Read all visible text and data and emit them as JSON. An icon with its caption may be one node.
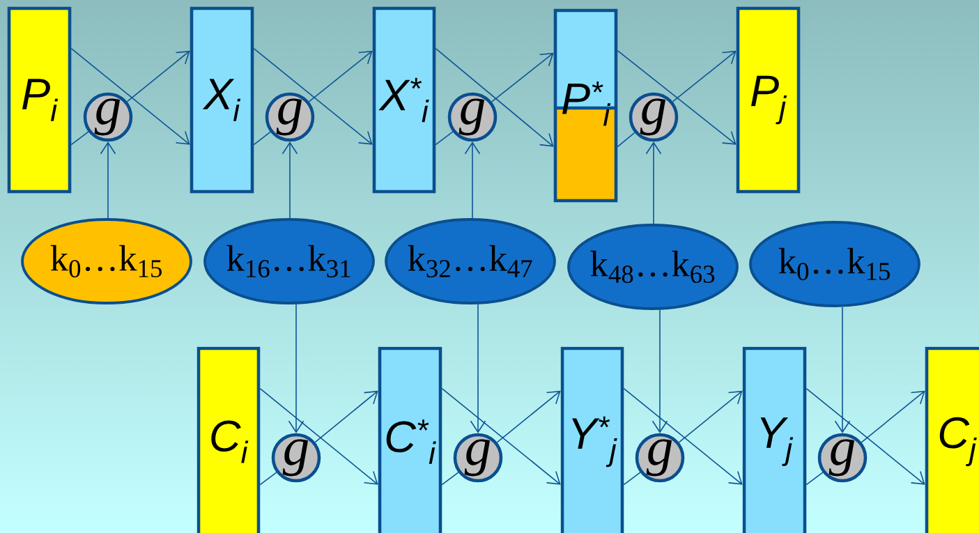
{
  "diagram": {
    "nodes": [
      {
        "text": [
          "P$_{i}$"
        ]
      },
      {
        "text": [
          "g"
        ]
      },
      {
        "text": [
          "X$_{i}$"
        ]
      },
      {
        "text": [
          "g"
        ]
      },
      {
        "text": [
          "X$^{*}$$_{i}$"
        ]
      },
      {
        "text": [
          "g"
        ]
      },
      {
        "text": [
          "P$^{*}$$_{i}$"
        ]
      },
      {
        "text": [
          "g"
        ]
      },
      {
        "text": [
          "P$_{j}$"
        ]
      },
      {
        "text": [
          "k$_{0}$…k$_{15}$"
        ]
      },
      {
        "text": [
          "k$_{16}$…k$_{31}$"
        ]
      },
      {
        "text": [
          "k$_{32}$…k$_{47}$"
        ]
      },
      {
        "text": [
          "k$_{48}$…k$_{63}$"
        ]
      },
      {
        "text": [
          "k$_{0}$…k$_{15}$"
        ]
      },
      {
        "text": [
          "C$_{i}$"
        ]
      },
      {
        "text": [
          "g"
        ]
      },
      {
        "text": [
          "C$^{*}$$_{i}$"
        ]
      },
      {
        "text": [
          "g"
        ]
      },
      {
        "text": [
          "Y$^{*}$$_{j}$"
        ]
      },
      {
        "text": [
          "g"
        ]
      },
      {
        "text": [
          "Y$_{j}$"
        ]
      },
      {
        "text": [
          "g"
        ]
      },
      {
        "text": [
          "C$_{j}$"
        ]
      }
    ],
    "edges": [
      {
        "from": 0,
        "to": 2,
        "arrow": "to"
      },
      {
        "from": 0,
        "to": 1,
        "arrow": "none"
      },
      {
        "from": 1,
        "to": 2,
        "arrow": "to"
      },
      {
        "from": 2,
        "to": 4,
        "arrow": "to"
      },
      {
        "from": 2,
        "to": 3,
        "arrow": "none"
      },
      {
        "from": 3,
        "to": 4,
        "arrow": "to"
      },
      {
        "from": 4,
        "to": 6,
        "arrow": "to"
      },
      {
        "from": 4,
        "to": 5,
        "arrow": "none"
      },
      {
        "from": 5,
        "to": 6,
        "arrow": "to"
      },
      {
        "from": 6,
        "to": 8,
        "arrow": "to"
      },
      {
        "from": 6,
        "to": 7,
        "arrow": "none"
      },
      {
        "from": 7,
        "to": 8,
        "arrow": "to"
      },
      {
        "from": 9,
        "to": 1,
        "arrow": "to"
      },
      {
        "from": 10,
        "to": 3,
        "arrow": "to"
      },
      {
        "from": 11,
        "to": 5,
        "arrow": "to"
      },
      {
        "from": 12,
        "to": 7,
        "arrow": "to"
      },
      {
        "from": 14,
        "to": 16,
        "arrow": "to"
      },
      {
        "from": 14,
        "to": 15,
        "arrow": "none"
      },
      {
        "from": 15,
        "to": 16,
        "arrow": "to"
      },
      {
        "from": 16,
        "to": 18,
        "arrow": "to"
      },
      {
        "from": 16,
        "to": 17,
        "arrow": "none"
      },
      {
        "from": 17,
        "to": 18,
        "arrow": "to"
      },
      {
        "from": 18,
        "to": 20,
        "arrow": "to"
      },
      {
        "from": 18,
        "to": 19,
        "arrow": "none"
      },
      {
        "from": 19,
        "to": 20,
        "arrow": "to"
      },
      {
        "from": 20,
        "to": 22,
        "arrow": "to"
      },
      {
        "from": 20,
        "to": 21,
        "arrow": "none"
      },
      {
        "from": 21,
        "to": 22,
        "arrow": "to"
      },
      {
        "from": 10,
        "to": 15,
        "arrow": "to"
      },
      {
        "from": 11,
        "to": 17,
        "arrow": "to"
      },
      {
        "from": 12,
        "to": 19,
        "arrow": "to"
      },
      {
        "from": 13,
        "to": 21,
        "arrow": "to"
      }
    ]
  }
}
